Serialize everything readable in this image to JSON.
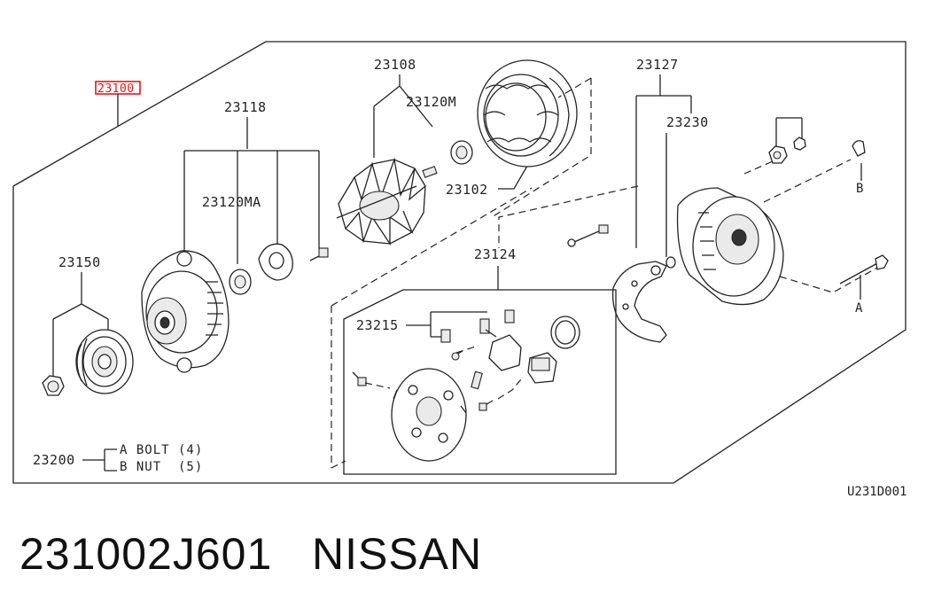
{
  "highlighted_label": "23100",
  "labels": {
    "p23118": "23118",
    "p23120ma": "23120MA",
    "p23150": "23150",
    "p23108": "23108",
    "p23120m": "23120M",
    "p23102": "23102",
    "p23127": "23127",
    "p23230": "23230",
    "p23124": "23124",
    "p23215": "23215",
    "ref_a": "A",
    "ref_b": "B",
    "ref_a2": "A",
    "ref_b2": "B"
  },
  "legend": {
    "number": "23200",
    "row_a": "A BOLT (4)",
    "row_b": "B NUT  (5)"
  },
  "diagram_code": "U231D001",
  "footer": {
    "part_number": "231002J601",
    "brand": "NISSAN"
  },
  "colors": {
    "highlight": "#e8141c",
    "ink": "#222222"
  }
}
